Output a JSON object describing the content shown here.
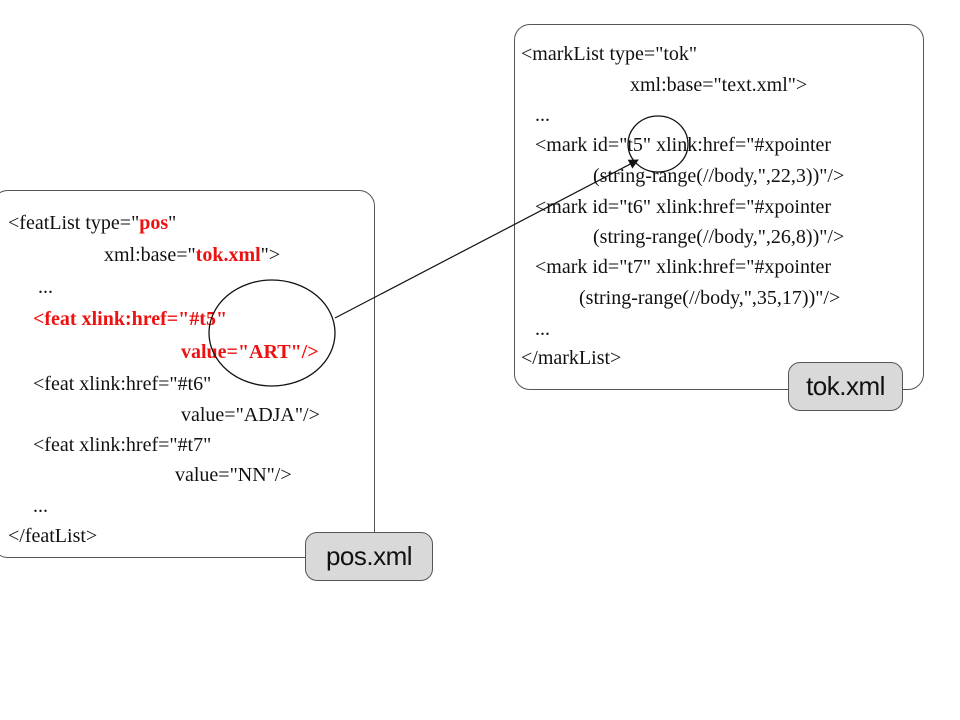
{
  "pos_doc": {
    "tag_label": "pos.xml",
    "lines": {
      "l1_pre": "<featList type=\"",
      "l1_val": "pos",
      "l1_post": "\"",
      "l2_pre": "xml:base=\"",
      "l2_val": "tok.xml",
      "l2_post": "\">",
      "l3": "...",
      "l4": "<feat xlink:href=\"#t5\"",
      "l5": "value=\"ART\"/>",
      "l6": "<feat xlink:href=\"#t6\"",
      "l7": "value=\"ADJA\"/>",
      "l8": "<feat xlink:href=\"#t7\"",
      "l9": "value=\"NN\"/>",
      "l10": "...",
      "l11": "</featList>"
    }
  },
  "tok_doc": {
    "tag_label": "tok.xml",
    "lines": {
      "l1": "<markList type=\"tok\"",
      "l2": "xml:base=\"text.xml\">",
      "l3": "...",
      "l4": "<mark id=\"t5\" xlink:href=\"#xpointer",
      "l5": "(string-range(//body,\",22,3))\"/>",
      "l6": "<mark id=\"t6\" xlink:href=\"#xpointer",
      "l7": "(string-range(//body,\",26,8))\"/>",
      "l8": "<mark id=\"t7\" xlink:href=\"#xpointer",
      "l9": "(string-range(//body,\",35,17))\"/>",
      "l10": "...",
      "l11": "</markList>"
    }
  },
  "colors": {
    "highlight": "#ee1111",
    "tag_fill": "#d9d9d9",
    "border": "#555555"
  }
}
